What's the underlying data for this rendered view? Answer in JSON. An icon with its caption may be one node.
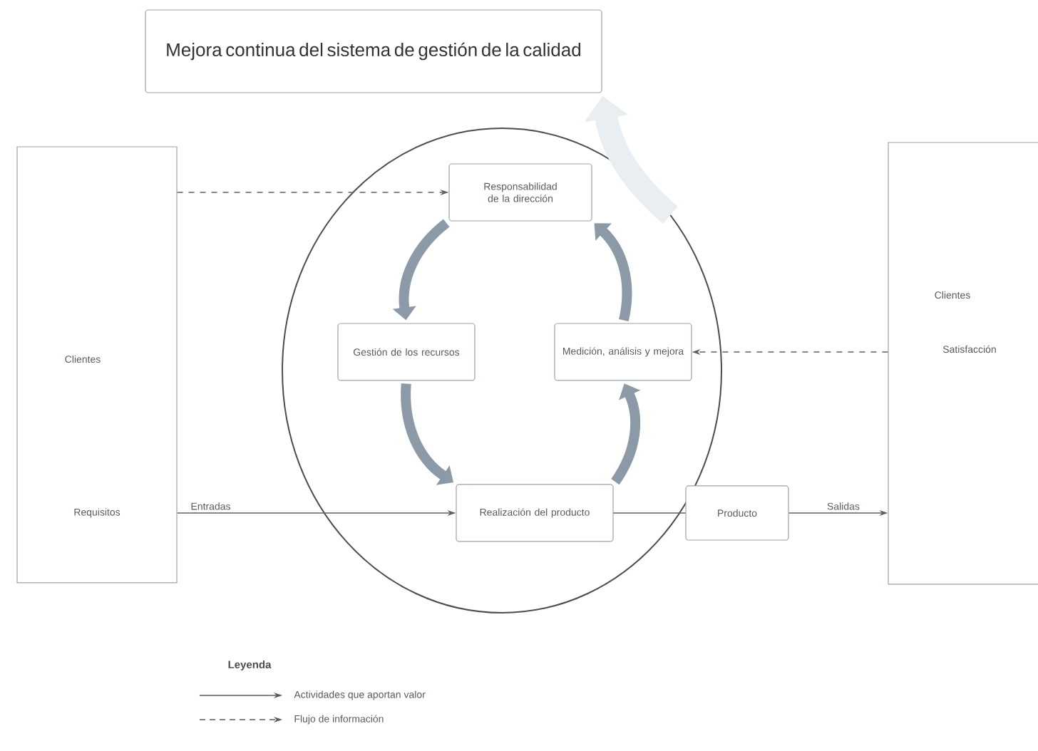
{
  "diagram": {
    "nodes": [
      {
        "text": [
          "Mejora continua del sistema de gestión de la calidad"
        ]
      },
      {
        "text": [
          "Clientes",
          "Requisitos"
        ]
      },
      {
        "text": [],
        "shape": "circle"
      },
      {
        "text": [
          "Responsabilidad de la dirección"
        ],
        "in": 2
      },
      {
        "text": [
          "Gestión de los recursos"
        ],
        "in": 2
      },
      {
        "text": [
          "Medición, análisis y mejora"
        ],
        "in": 2
      },
      {
        "text": [
          "Realización del producto"
        ],
        "in": 2
      },
      {
        "text": [
          "Producto"
        ]
      },
      {
        "text": [
          "Clientes",
          "Satisfacción"
        ]
      }
    ],
    "edges": [
      {
        "from": 1,
        "to": 3,
        "arrow": "to",
        "style": "dashed"
      },
      {
        "from": 8,
        "to": 5,
        "arrow": "to",
        "style": "dashed"
      },
      {
        "from": 1,
        "to": 6,
        "arrow": "to",
        "label": "Entradas"
      },
      {
        "from": 6,
        "to": 7,
        "arrow": "none"
      },
      {
        "from": 7,
        "to": 8,
        "arrow": "to",
        "label": "Salidas"
      },
      {
        "from": 3,
        "to": 4,
        "arrow": "to",
        "style": "thick",
        "color": "#8c9aa8"
      },
      {
        "from": 4,
        "to": 6,
        "arrow": "to",
        "style": "thick",
        "color": "#8c9aa8"
      },
      {
        "from": 6,
        "to": 5,
        "arrow": "to",
        "style": "thick",
        "color": "#8c9aa8"
      },
      {
        "from": 5,
        "to": 3,
        "arrow": "to",
        "style": "thick",
        "color": "#8c9aa8"
      },
      {
        "from": 2,
        "to": 0,
        "arrow": "to",
        "style": "thick",
        "color": "#e9eef3"
      }
    ],
    "labels": [
      "Leyenda"
    ],
    "legend": [
      {
        "text": "Actividades que aportan valor"
      },
      {
        "text": "Flujo de información"
      }
    ]
  }
}
